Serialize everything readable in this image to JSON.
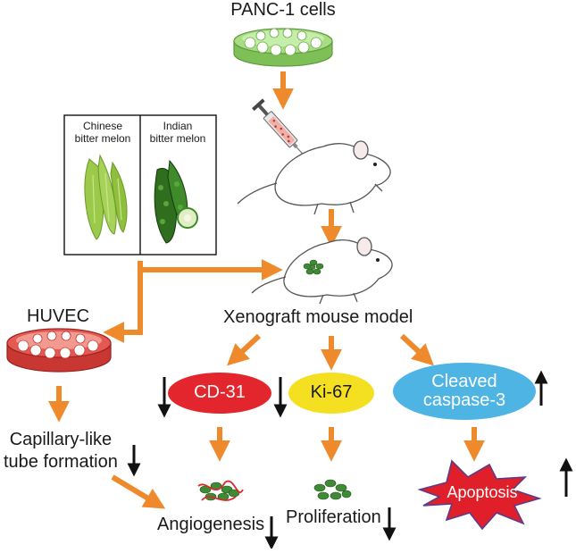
{
  "title": "PANC-1 cells",
  "melon_chinese": [
    "Chinese",
    "bitter melon"
  ],
  "melon_indian": [
    "Indian",
    "bitter melon"
  ],
  "huvec": "HUVEC",
  "xenograft": "Xenograft mouse model",
  "markers": {
    "cd31": "CD-31",
    "ki67": "Ki-67",
    "caspase": [
      "Cleaved",
      "caspase-3"
    ]
  },
  "capillary": [
    "Capillary-like",
    "tube formation"
  ],
  "outcomes": {
    "angiogenesis": "Angiogenesis",
    "proliferation": "Proliferation",
    "apoptosis": "Apoptosis"
  },
  "colors": {
    "arrow": "#ee8a2c",
    "dish_green": "#8ccf63",
    "dish_red": "#d8433f",
    "cd31_fill": "#e3262d",
    "ki67_fill": "#f4e020",
    "caspase_fill": "#4db4e3",
    "apoptosis_fill": "#e01f2a"
  },
  "icons": [
    "petri-dish-icon",
    "syringe-icon",
    "mouse-icon",
    "tumor-mouse-icon",
    "bitter-melon-icon",
    "vessel-cells-icon",
    "tumor-cells-icon",
    "explosion-icon",
    "arrow-down-icon",
    "arrow-up-icon"
  ]
}
